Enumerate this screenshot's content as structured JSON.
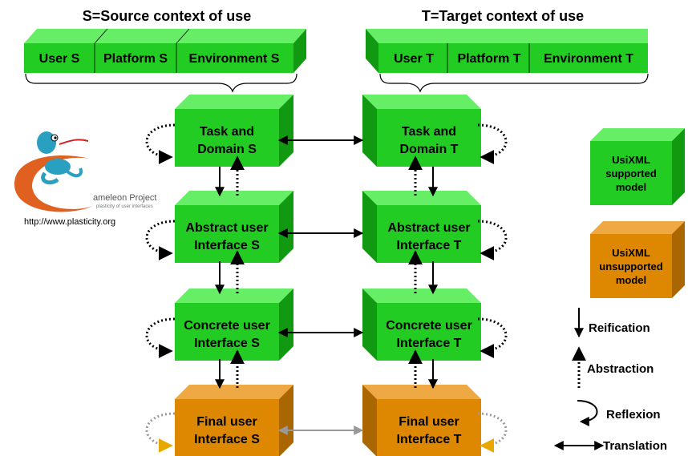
{
  "headers": {
    "source": "S=Source context of use",
    "target": "T=Target context of use"
  },
  "source_context": [
    "User S",
    "Platform S",
    "Environment S"
  ],
  "target_context": [
    "User T",
    "Platform T",
    "Environment T"
  ],
  "source_models": [
    [
      "Task and",
      "Domain S"
    ],
    [
      "Abstract user",
      "Interface S"
    ],
    [
      "Concrete user",
      "Interface S"
    ],
    [
      "Final user",
      "Interface S"
    ]
  ],
  "target_models": [
    [
      "Task and",
      "Domain T"
    ],
    [
      "Abstract user",
      "Interface T"
    ],
    [
      "Concrete user",
      "Interface T"
    ],
    [
      "Final user",
      "Interface T"
    ]
  ],
  "logo": {
    "text": "ameleon Project",
    "subtext": "plasticity of user interfaces",
    "url": "http://www.plasticity.org"
  },
  "legend": {
    "supported": [
      "UsiXML",
      "supported",
      "model"
    ],
    "unsupported": [
      "UsiXML",
      "unsupported",
      "model"
    ],
    "reification": "Reification",
    "abstraction": "Abstraction",
    "reflexion": "Reflexion",
    "translation": "Translation"
  },
  "colors": {
    "supported_front": "#22cc22",
    "supported_top": "#66ee66",
    "supported_side": "#119911",
    "unsupported_front": "#dd8800",
    "unsupported_top": "#eea844",
    "unsupported_side": "#aa6600",
    "grey_arrow": "#999999"
  }
}
